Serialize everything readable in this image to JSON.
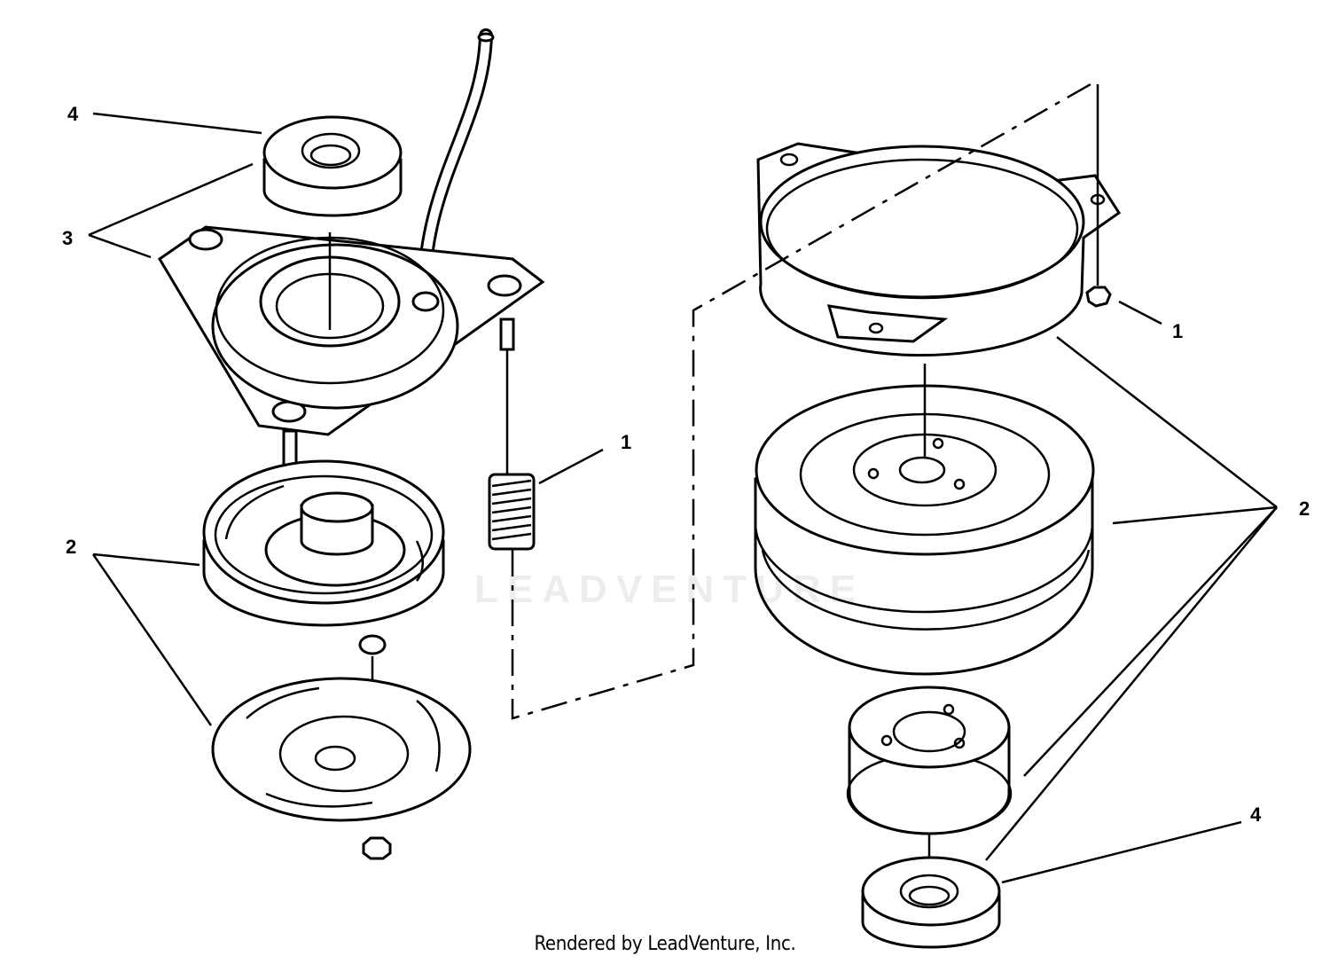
{
  "callouts": [
    {
      "id": "left-4",
      "text": "4"
    },
    {
      "id": "left-3",
      "text": "3"
    },
    {
      "id": "left-2",
      "text": "2"
    },
    {
      "id": "center-1",
      "text": "1"
    },
    {
      "id": "right-1",
      "text": "1"
    },
    {
      "id": "right-2",
      "text": "2"
    },
    {
      "id": "right-4",
      "text": "4"
    }
  ],
  "watermark": "LEADVENTURE",
  "credit": "Rendered by LeadVenture, Inc."
}
